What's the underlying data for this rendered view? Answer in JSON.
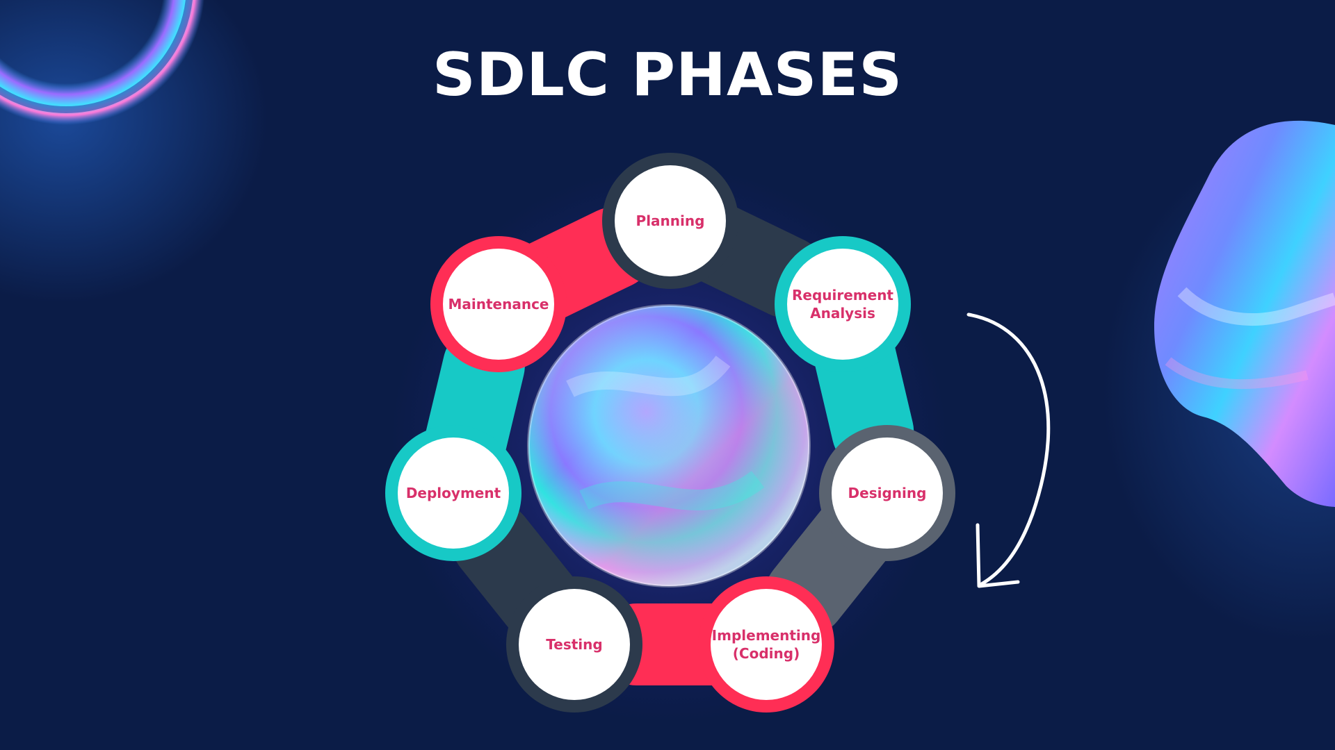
{
  "title": "SDLC PHASES",
  "phases": [
    {
      "line1": "Planning",
      "line2": "",
      "ring_color": "#2c3a4c"
    },
    {
      "line1": "Requirement",
      "line2": "Analysis",
      "ring_color": "#17c9c6"
    },
    {
      "line1": "Designing",
      "line2": "",
      "ring_color": "#5a6370"
    },
    {
      "line1": "Implementing",
      "line2": "(Coding)",
      "ring_color": "#ff2e55"
    },
    {
      "line1": "Testing",
      "line2": "",
      "ring_color": "#2c3a4c"
    },
    {
      "line1": "Deployment",
      "line2": "",
      "ring_color": "#17c9c6"
    },
    {
      "line1": "Maintenance",
      "line2": "",
      "ring_color": "#ff2e55"
    }
  ],
  "colors": {
    "background": "#0b1c47",
    "label": "#d8306a",
    "title": "#ffffff",
    "arrow": "#ffffff"
  },
  "decor": {
    "top_left_icon": "iridescent-ring-icon",
    "center_icon": "holographic-sphere-icon",
    "right_icon": "iridescent-blob-icon",
    "arrow_icon": "curved-arrow-icon"
  }
}
